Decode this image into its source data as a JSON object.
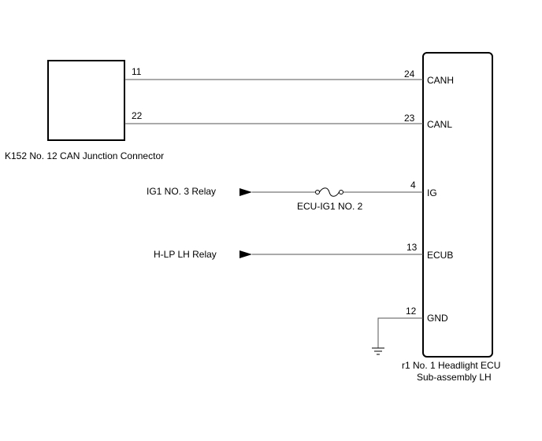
{
  "connector": {
    "label": "K152  No. 12 CAN Junction Connector",
    "pins": [
      "11",
      "22"
    ]
  },
  "ecu": {
    "label_line1": "r1  No. 1 Headlight ECU",
    "label_line2": "Sub-assembly LH",
    "terminals": [
      {
        "pin": "24",
        "name": "CANH"
      },
      {
        "pin": "23",
        "name": "CANL"
      },
      {
        "pin": "4",
        "name": "IG"
      },
      {
        "pin": "13",
        "name": "ECUB"
      },
      {
        "pin": "12",
        "name": "GND"
      }
    ]
  },
  "inputs": {
    "ig1_relay": "IG1 NO. 3 Relay",
    "hlp_relay": "H-LP LH Relay"
  },
  "fuse": {
    "label": "ECU-IG1 NO. 2"
  },
  "colors": {
    "line": "#000000",
    "wire": "#555555"
  }
}
